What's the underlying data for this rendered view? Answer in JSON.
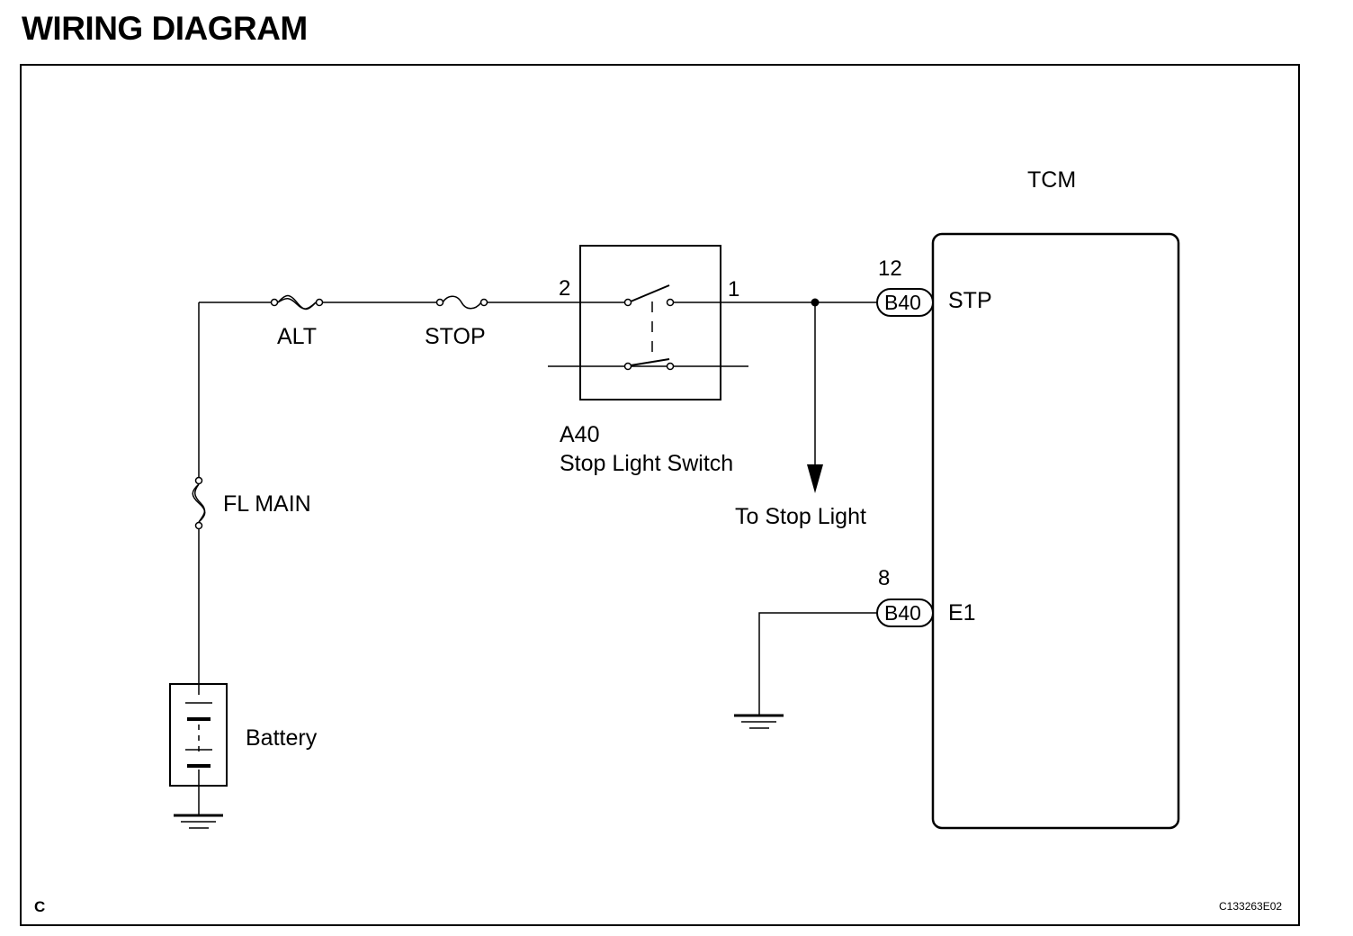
{
  "title": "WIRING DIAGRAM",
  "labels": {
    "alt_fuse": "ALT",
    "stop_fuse": "STOP",
    "fl_main": "FL MAIN",
    "battery": "Battery",
    "switch_code": "A40",
    "switch_name": "Stop Light Switch",
    "to_stop_light": "To Stop Light",
    "tcm": "TCM",
    "pin_stp_num": "12",
    "pin_stp_conn": "B40",
    "pin_stp_name": "STP",
    "pin_e1_num": "8",
    "pin_e1_conn": "B40",
    "pin_e1_name": "E1",
    "switch_pin_left": "2",
    "switch_pin_right": "1",
    "corner_letter": "C",
    "figure_code": "C133263E02"
  }
}
